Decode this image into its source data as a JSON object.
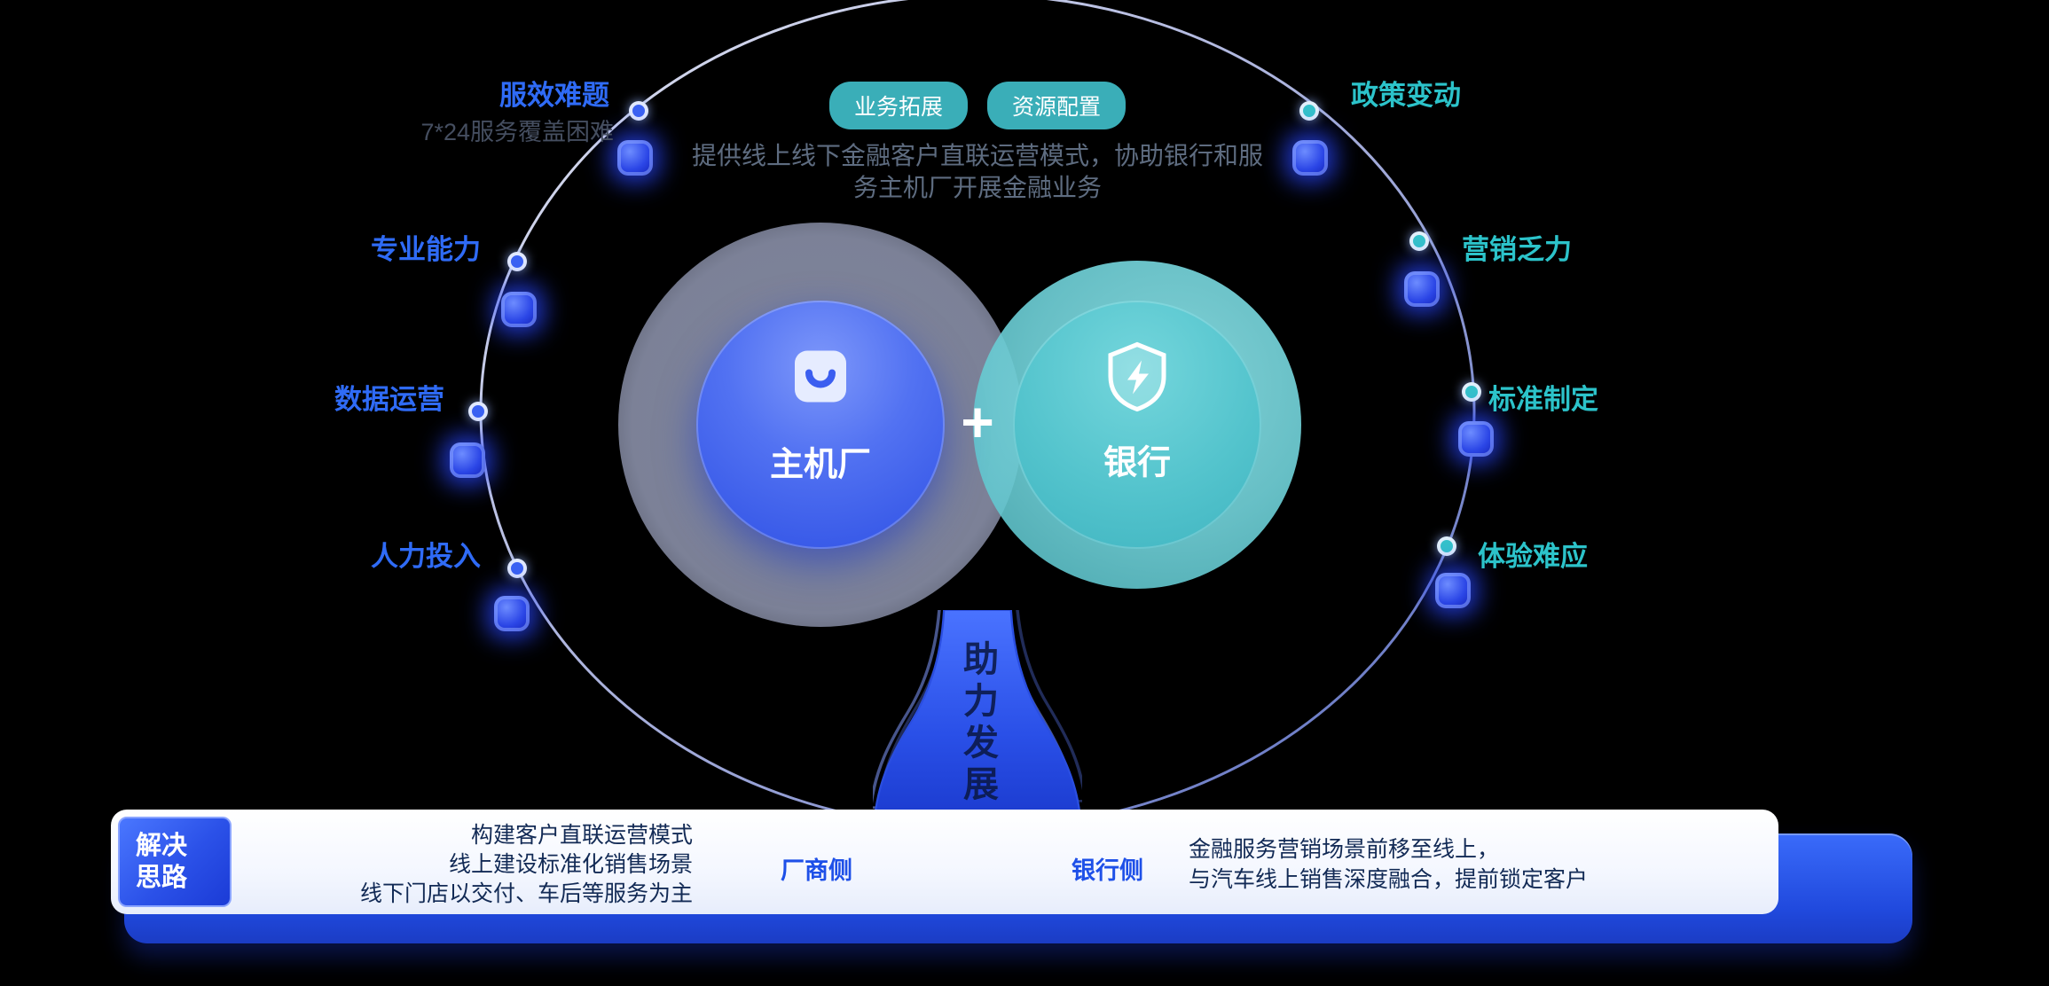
{
  "colors": {
    "background": "#000000",
    "blue_label": "#2f6bf6",
    "teal_label": "#2cc3ca",
    "pill_bg": "#3aaeb8",
    "left_circle_blue": "#2e50e4",
    "right_circle_teal": "#54c4cd",
    "solution_bar_blue": "#2049dd",
    "description_gray": "#5e6c80"
  },
  "top": {
    "pills": [
      {
        "label": "业务拓展"
      },
      {
        "label": "资源配置"
      }
    ],
    "desc_line1": "提供线上线下金融客户直联运营模式，协助银行和服",
    "desc_line2": "务主机厂开展金融业务"
  },
  "venn": {
    "left_label": "主机厂",
    "right_label": "银行",
    "plus": "+"
  },
  "trunk": {
    "chars": "助力发展"
  },
  "left_items": [
    {
      "label": "服效难题",
      "sub": "7*24服务覆盖困难"
    },
    {
      "label": "专业能力"
    },
    {
      "label": "数据运营"
    },
    {
      "label": "人力投入"
    }
  ],
  "right_items": [
    {
      "label": "政策变动"
    },
    {
      "label": "营销乏力"
    },
    {
      "label": "标准制定"
    },
    {
      "label": "体验难应"
    }
  ],
  "solution": {
    "badge_line1": "解决",
    "badge_line2": "思路",
    "oem_lines": [
      "构建客户直联运营模式",
      "线上建设标准化销售场景",
      "线下门店以交付、车后等服务为主"
    ],
    "oem_side": "厂商侧",
    "bank_side": "银行侧",
    "bank_lines": [
      "金融服务营销场景前移至线上，",
      "与汽车线上销售深度融合，提前锁定客户"
    ]
  }
}
